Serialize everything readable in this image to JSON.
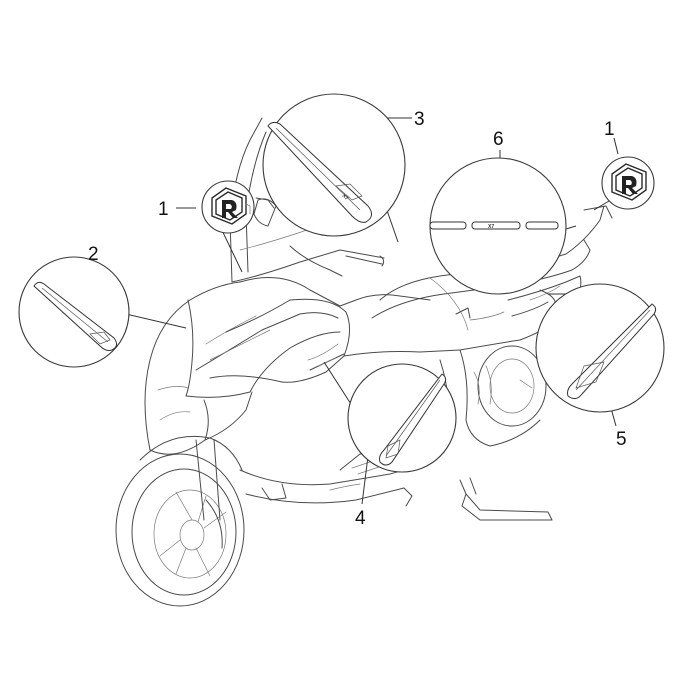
{
  "diagram": {
    "callouts": [
      {
        "id": "c1a",
        "label": "1"
      },
      {
        "id": "c1b",
        "label": "1"
      },
      {
        "id": "c2",
        "label": "2"
      },
      {
        "id": "c3",
        "label": "3"
      },
      {
        "id": "c4",
        "label": "4"
      },
      {
        "id": "c5",
        "label": "5"
      },
      {
        "id": "c6",
        "label": "6"
      }
    ],
    "decal_text": {
      "side_emblem": "X7",
      "strip_emblem": "X7"
    },
    "colors": {
      "line": "#4a4a4a",
      "background": "#ffffff"
    }
  }
}
